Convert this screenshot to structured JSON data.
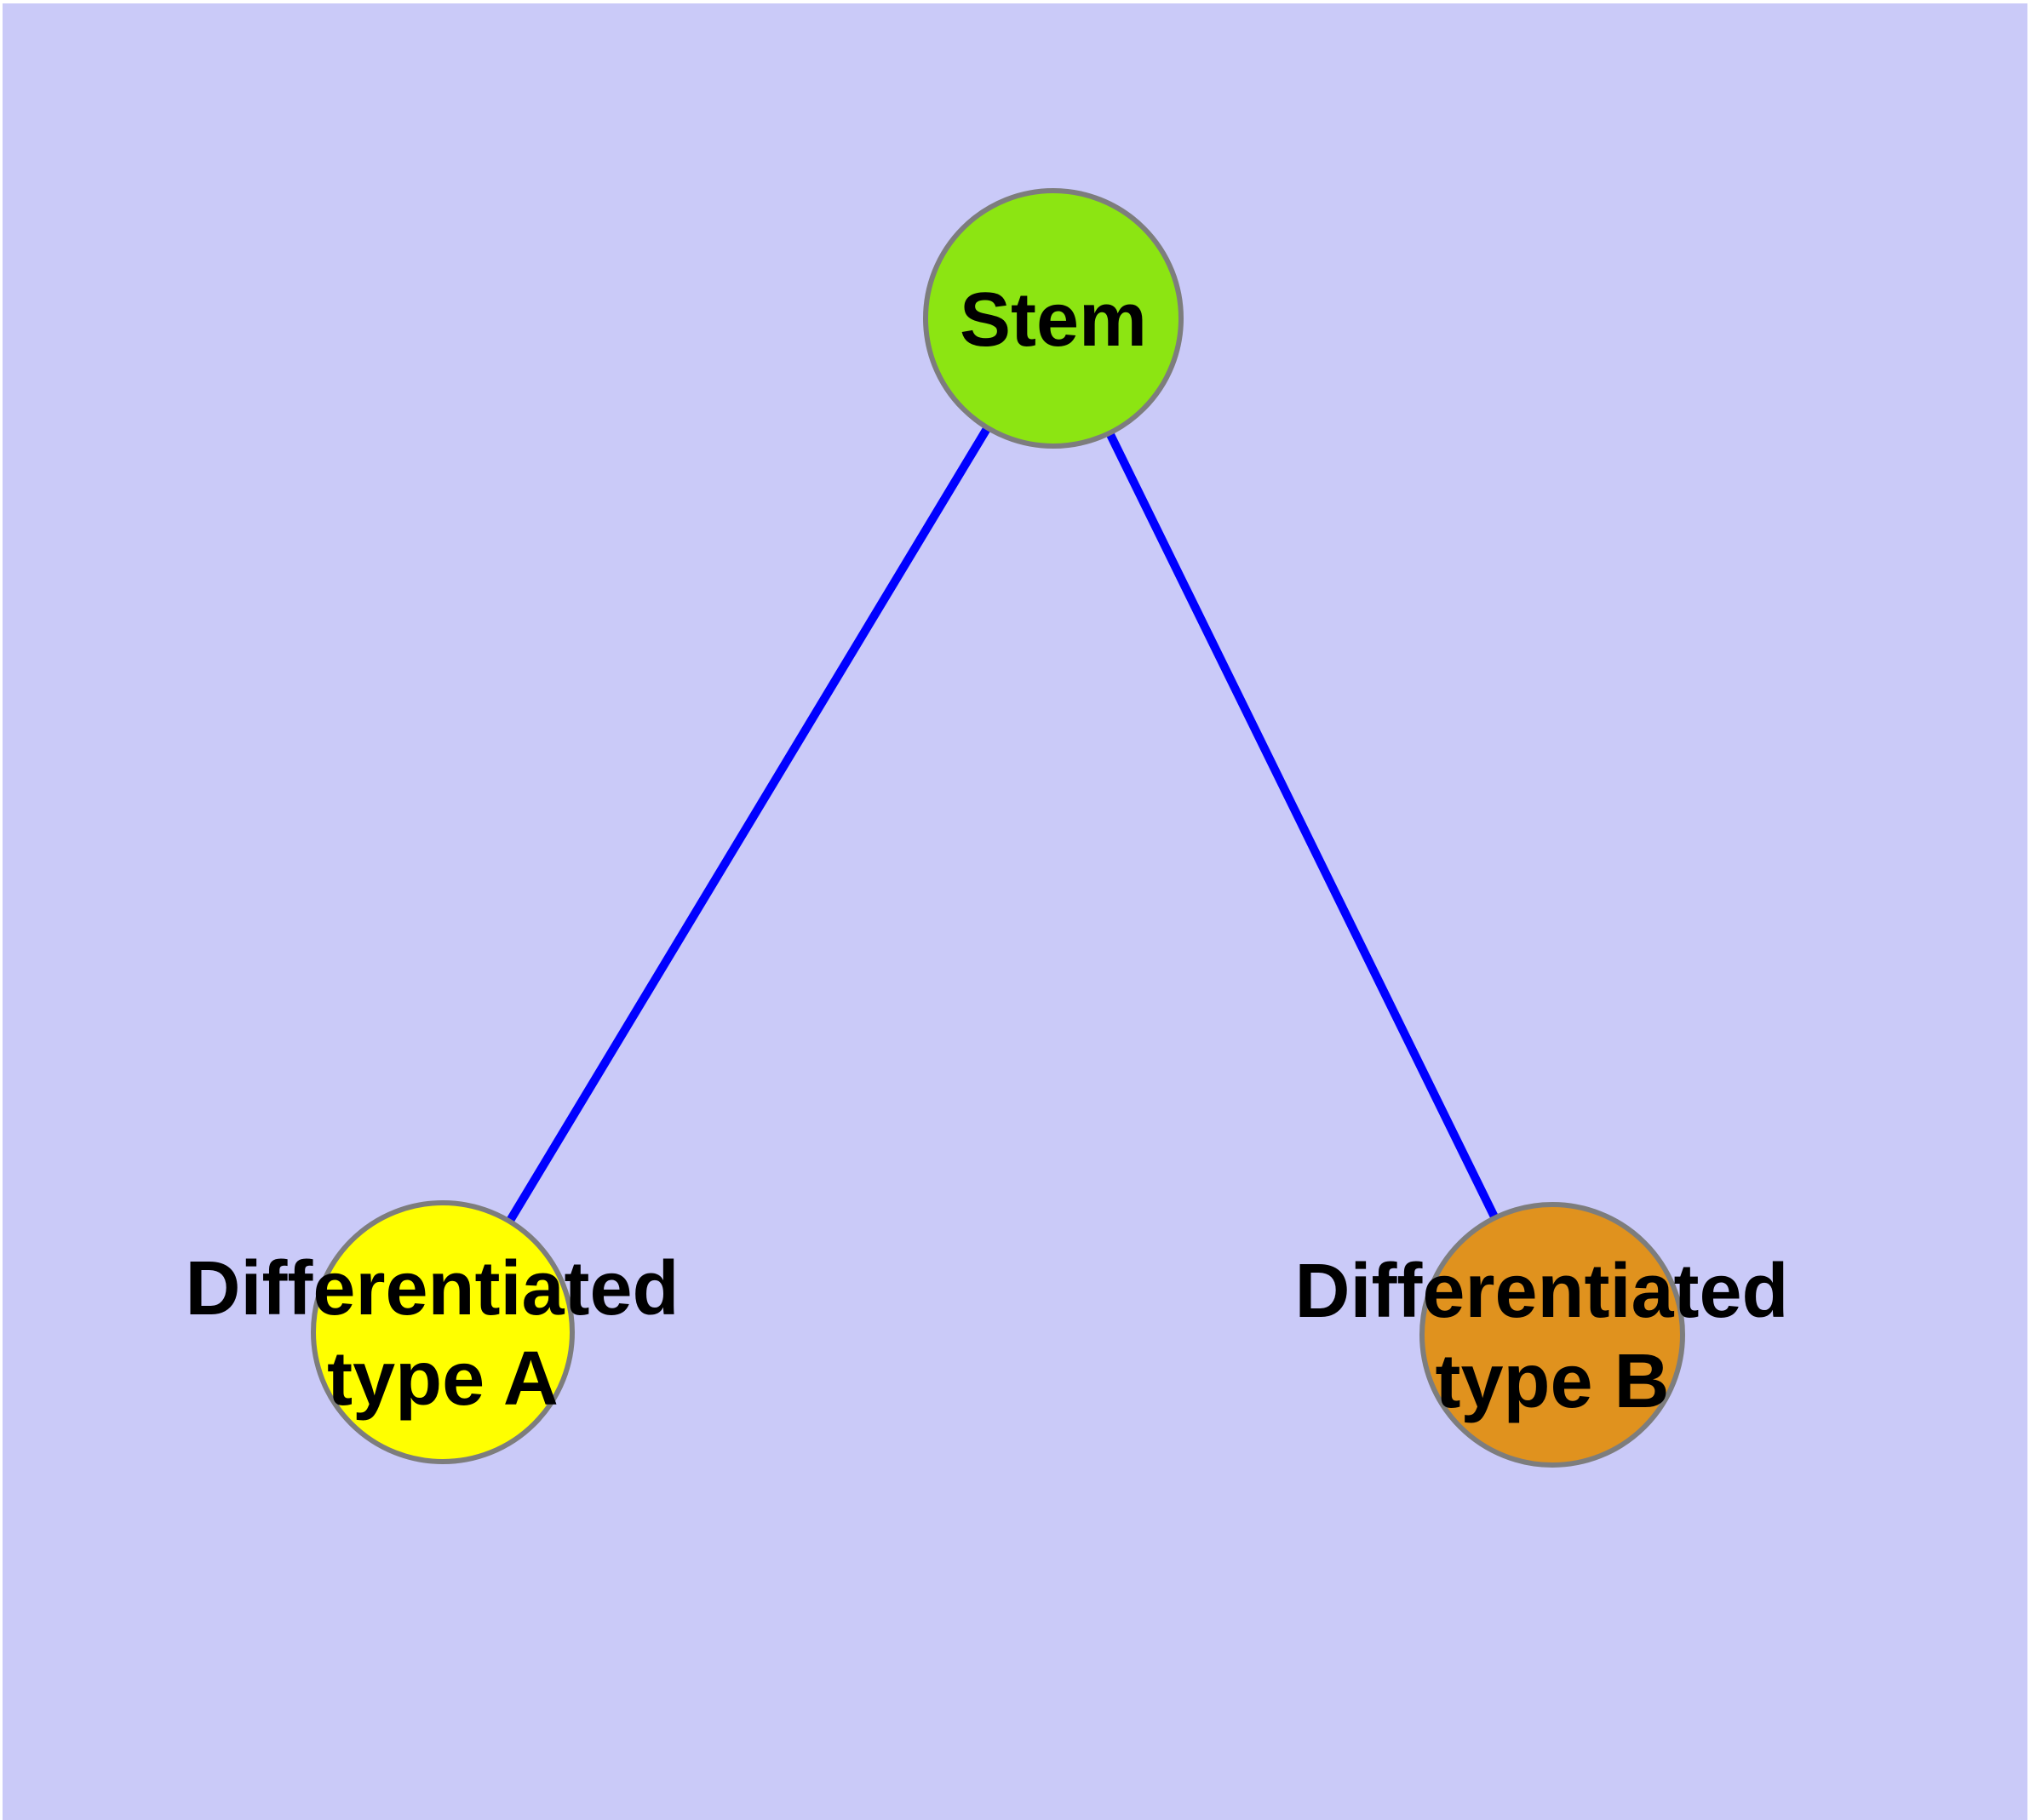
{
  "canvas": {
    "page_background": "#ffffff",
    "background": "#cacaf8"
  },
  "graph": {
    "nodes": [
      {
        "id": "stem",
        "label": "Stem",
        "color": "#8ce512",
        "border_color": "#7d7d7d"
      },
      {
        "id": "differentiated-type-a",
        "label_line1": "Differentiated",
        "label_line2": "type A",
        "color": "#ffff00",
        "border_color": "#7d7d7d"
      },
      {
        "id": "differentiated-type-b",
        "label_line1": "Differentiated",
        "label_line2": "type B",
        "color": "#e0921e",
        "border_color": "#7d7d7d"
      }
    ],
    "edges": [
      {
        "from": "stem",
        "to": "differentiated-type-a",
        "color": "#0000ff"
      },
      {
        "from": "stem",
        "to": "differentiated-type-b",
        "color": "#0000ff"
      }
    ]
  }
}
